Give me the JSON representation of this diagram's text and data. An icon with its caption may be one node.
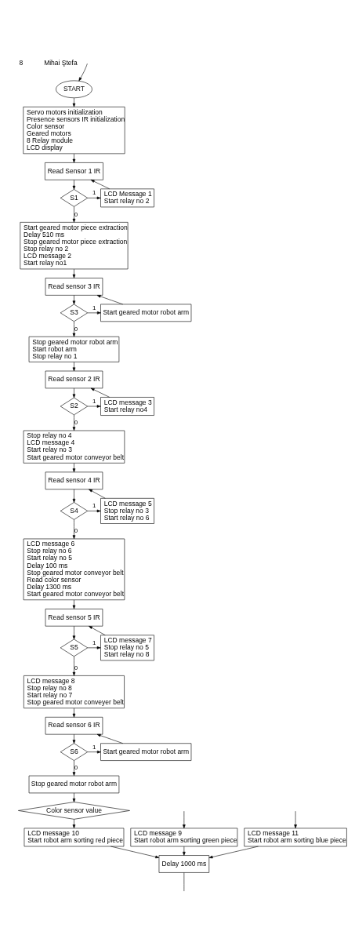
{
  "diagram": {
    "nodes": [
      {
        "text": [
          "START"
        ]
      },
      {
        "text": [
          "Servo motors initialization",
          "Presence sensors IR initialization",
          "Color sensor",
          "Geared motors",
          "8 Relay module",
          "LCD display"
        ]
      },
      {
        "text": [
          "Read Sensor 1 IR"
        ]
      },
      {
        "text": [
          "LCD Message 1",
          "Start relay no 2"
        ]
      },
      {
        "text": [
          "S1"
        ]
      },
      {
        "text": [
          "Start geared motor piece extraction",
          "Delay 510 ms",
          "Stop geared motor piece extraction",
          "Stop relay no 2",
          "LCD message 2",
          "Start relay no1"
        ]
      },
      {
        "text": [
          "Read sensor 3 IR"
        ]
      },
      {
        "text": [
          "Start geared motor robot arm"
        ]
      },
      {
        "text": [
          "S3"
        ]
      },
      {
        "text": [
          "Stop geared motor robot arm",
          "Start robot arm",
          "Stop relay no 1"
        ]
      },
      {
        "text": [
          "Read sensor 2 IR"
        ]
      },
      {
        "text": [
          "LCD message 3",
          "Start relay no4"
        ]
      },
      {
        "text": [
          "S2"
        ]
      },
      {
        "text": [
          "Stop relay no 4",
          "LCD message 4",
          "Start relay no 3",
          "Start geared motor conveyor belt"
        ]
      },
      {
        "text": [
          "Read sensor 4 IR"
        ]
      },
      {
        "text": [
          "LCD message 5",
          "Stop relay no 3",
          "Start relay no 6"
        ]
      },
      {
        "text": [
          "S4"
        ]
      },
      {
        "text": [
          "LCD message 6",
          "Stop relay no 6",
          "Start relay no 5",
          "Delay 100 ms",
          "Stop geared motor conveyor belt",
          "Read color sensor",
          "Delay 1300 ms",
          "Start geared motor conveyor belt"
        ]
      },
      {
        "text": [
          "Read sensor 5 IR"
        ]
      },
      {
        "text": [
          "LCD message 7",
          "Stop relay no 5",
          "Start relay no 8"
        ]
      },
      {
        "text": [
          "S5"
        ]
      },
      {
        "text": [
          "LCD message 8",
          "Stop relay no 8",
          "Start relay no 7",
          "Stop geared motor conveyer belt"
        ]
      },
      {
        "text": [
          "Read sensor 6 IR"
        ]
      },
      {
        "text": [
          "Start geared motor robot arm"
        ]
      },
      {
        "text": [
          "S6"
        ]
      },
      {
        "text": [
          "Stop geared motor robot arm"
        ]
      },
      {
        "text": [
          "Color sensor value"
        ]
      },
      {
        "text": [
          "LCD message 9",
          "Start robot arm sorting green piece"
        ]
      },
      {
        "text": [
          "LCD message 10",
          "Start robot arm sorting red piece"
        ]
      },
      {
        "text": [
          "LCD message 11",
          "Start robot arm sorting blue piece"
        ]
      },
      {
        "text": [
          "Delay 1000 ms"
        ]
      }
    ],
    "edges": [
      {
        "from": null,
        "to": 0,
        "arrow": "to"
      },
      {
        "from": 0,
        "to": 1,
        "arrow": "to"
      },
      {
        "from": 1,
        "to": 2,
        "arrow": "to"
      },
      {
        "from": 2,
        "to": 4,
        "arrow": "to"
      },
      {
        "from": 4,
        "to": 3,
        "arrow": "to",
        "label": "1"
      },
      {
        "from": 3,
        "to": 2,
        "arrow": "to"
      },
      {
        "from": 4,
        "to": 5,
        "arrow": "to",
        "label": "0"
      },
      {
        "from": 5,
        "to": 6,
        "arrow": "to"
      },
      {
        "from": 6,
        "to": 8,
        "arrow": "to"
      },
      {
        "from": 8,
        "to": 7,
        "arrow": "to",
        "label": "1"
      },
      {
        "from": 7,
        "to": 6,
        "arrow": "to"
      },
      {
        "from": 8,
        "to": 9,
        "arrow": "to",
        "label": "0"
      },
      {
        "from": 9,
        "to": 10,
        "arrow": "to"
      },
      {
        "from": 11,
        "to": 10,
        "arrow": "to"
      },
      {
        "from": 10,
        "to": 12,
        "arrow": "to"
      },
      {
        "from": 12,
        "to": 11,
        "arrow": "to",
        "label": "1"
      },
      {
        "from": 12,
        "to": 13,
        "arrow": "to",
        "label": "0"
      },
      {
        "from": 13,
        "to": 14,
        "arrow": "to"
      },
      {
        "from": 15,
        "to": 14,
        "arrow": "to"
      },
      {
        "from": 14,
        "to": 16,
        "arrow": "to"
      },
      {
        "from": 16,
        "to": 15,
        "arrow": "to",
        "label": "1"
      },
      {
        "from": 16,
        "to": 17,
        "arrow": "to",
        "label": "0"
      },
      {
        "from": 17,
        "to": 18,
        "arrow": "to"
      },
      {
        "from": 19,
        "to": 18,
        "arrow": "to"
      },
      {
        "from": 18,
        "to": 20,
        "arrow": "to"
      },
      {
        "from": 20,
        "to": 19,
        "arrow": "to",
        "label": "1"
      },
      {
        "from": 20,
        "to": 21,
        "arrow": "to",
        "label": "0"
      },
      {
        "from": 21,
        "to": 22,
        "arrow": "to"
      },
      {
        "from": 23,
        "to": 22,
        "arrow": "to"
      },
      {
        "from": 22,
        "to": 24,
        "arrow": "to"
      },
      {
        "from": 24,
        "to": 23,
        "arrow": "to",
        "label": "1"
      },
      {
        "from": 24,
        "to": 25,
        "arrow": "to",
        "label": "0"
      },
      {
        "from": 25,
        "to": 26,
        "arrow": "to"
      },
      {
        "from": 26,
        "to": 28,
        "arrow": "to"
      },
      {
        "from": null,
        "to": 27,
        "arrow": "to"
      },
      {
        "from": null,
        "to": 29,
        "arrow": "to"
      },
      {
        "from": 27,
        "to": 30,
        "arrow": "to"
      },
      {
        "from": 28,
        "to": 30,
        "arrow": "to"
      },
      {
        "from": 29,
        "to": 30,
        "arrow": "to"
      },
      {
        "from": 30,
        "to": null,
        "arrow": "none"
      }
    ],
    "labels": [
      "8",
      "Mihai Ştefa"
    ]
  }
}
